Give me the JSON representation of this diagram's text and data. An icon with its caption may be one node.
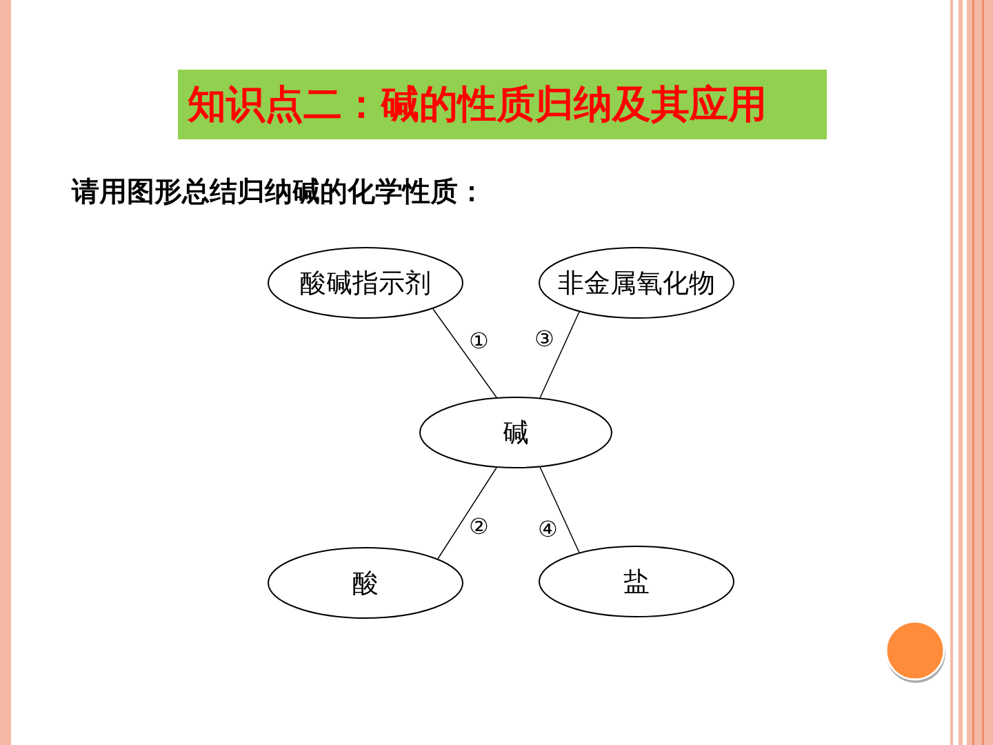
{
  "diagram": {
    "title": "知识点二：碱的性质归纳及其应用",
    "nodes": [
      {
        "text": [
          "酸碱指示剂"
        ]
      },
      {
        "text": [
          "非金属氧化物"
        ]
      },
      {
        "text": [
          "碱"
        ]
      },
      {
        "text": [
          "酸"
        ]
      },
      {
        "text": [
          "盐"
        ]
      }
    ],
    "edges": [
      {
        "from": 2,
        "to": 0,
        "arrow": "none",
        "label": "①"
      },
      {
        "from": 2,
        "to": 3,
        "arrow": "none",
        "label": "②"
      },
      {
        "from": 2,
        "to": 1,
        "arrow": "none",
        "label": "③"
      },
      {
        "from": 2,
        "to": 4,
        "arrow": "none",
        "label": "④"
      }
    ],
    "labels": [
      "请用图形总结归纳碱的化学性质："
    ]
  }
}
